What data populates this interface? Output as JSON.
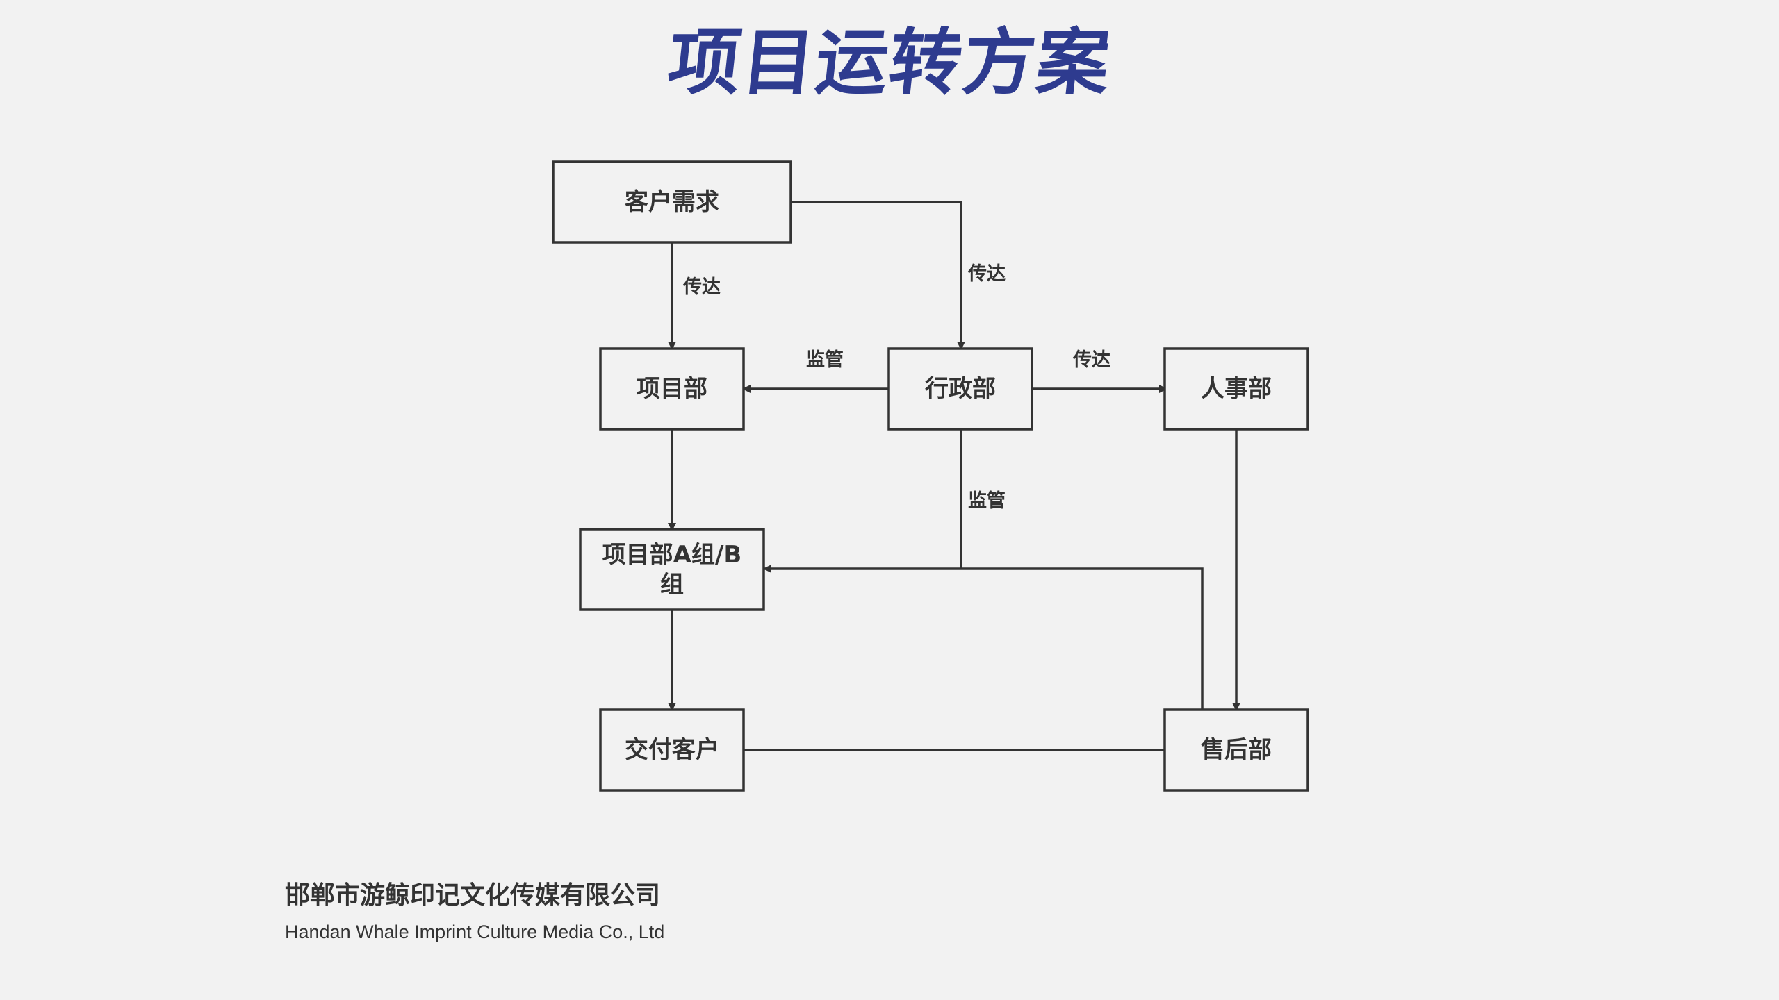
{
  "title": "项目运转方案",
  "nodes": {
    "customer_demand": "客户需求",
    "project_dept": "项目部",
    "admin_dept": "行政部",
    "hr_dept": "人事部",
    "project_groups_line1": "项目部A组/B",
    "project_groups_line2": "组",
    "deliver_customer": "交付客户",
    "after_sales_dept": "售后部"
  },
  "edge_labels": {
    "demand_to_project": "传达",
    "demand_to_admin": "传达",
    "admin_to_project": "监管",
    "admin_to_hr": "传达",
    "admin_to_groups": "监管"
  },
  "footer": {
    "company_cn": "邯郸市游鲸印记文化传媒有限公司",
    "company_en": "Handan Whale Imprint Culture Media Co., Ltd"
  }
}
